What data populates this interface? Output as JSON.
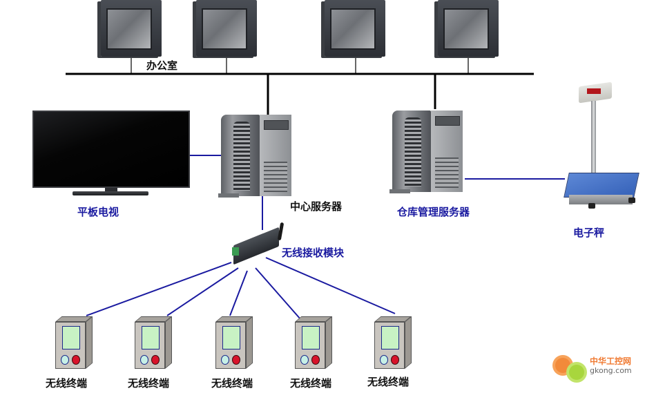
{
  "diagram": {
    "title": "",
    "colors": {
      "lan_wire": "#000000",
      "device_wire": "#1a1aa0",
      "label_blue": "#1a1aa0",
      "label_black": "#111111"
    },
    "office": {
      "label": "办公室",
      "monitors": [
        {
          "name": "office-pc-1"
        },
        {
          "name": "office-pc-2"
        },
        {
          "name": "office-pc-3"
        },
        {
          "name": "office-pc-4"
        }
      ]
    },
    "central_server": {
      "label": "中心服务器",
      "icon": "server-tower-icon"
    },
    "warehouse_server": {
      "label": "仓库管理服务器",
      "icon": "server-tower-icon"
    },
    "flat_tv": {
      "label": "平板电视",
      "icon": "tv-icon"
    },
    "electronic_scale": {
      "label": "电子秤",
      "icon": "scale-icon"
    },
    "wireless_module": {
      "label": "无线接收模块",
      "icon": "wireless-module-icon"
    },
    "terminals": [
      {
        "label": "无线终端"
      },
      {
        "label": "无线终端"
      },
      {
        "label": "无线终端"
      },
      {
        "label": "无线终端"
      },
      {
        "label": "无线终端"
      }
    ],
    "connections": [
      {
        "from": "office-pc-1",
        "to": "lan-bus",
        "type": "wired"
      },
      {
        "from": "office-pc-2",
        "to": "lan-bus",
        "type": "wired"
      },
      {
        "from": "office-pc-3",
        "to": "lan-bus",
        "type": "wired"
      },
      {
        "from": "office-pc-4",
        "to": "lan-bus",
        "type": "wired"
      },
      {
        "from": "central_server",
        "to": "lan-bus",
        "type": "wired"
      },
      {
        "from": "warehouse_server",
        "to": "lan-bus",
        "type": "wired"
      },
      {
        "from": "flat_tv",
        "to": "central_server",
        "type": "wired"
      },
      {
        "from": "electronic_scale",
        "to": "warehouse_server",
        "type": "wired"
      },
      {
        "from": "wireless_module",
        "to": "central_server",
        "type": "wired"
      },
      {
        "from": "terminals.0",
        "to": "wireless_module",
        "type": "wireless"
      },
      {
        "from": "terminals.1",
        "to": "wireless_module",
        "type": "wireless"
      },
      {
        "from": "terminals.2",
        "to": "wireless_module",
        "type": "wireless"
      },
      {
        "from": "terminals.3",
        "to": "wireless_module",
        "type": "wireless"
      },
      {
        "from": "terminals.4",
        "to": "wireless_module",
        "type": "wireless"
      }
    ]
  },
  "watermark": {
    "cn": "中华工控网",
    "en": "gkong.com"
  }
}
